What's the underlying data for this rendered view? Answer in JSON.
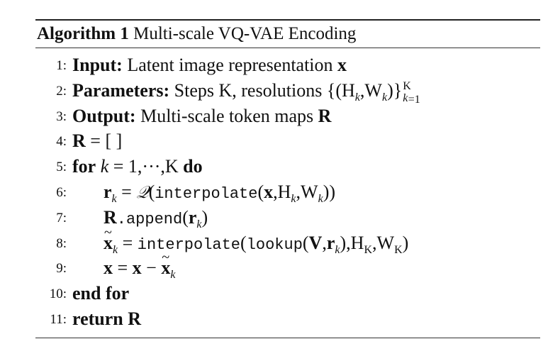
{
  "algorithm": {
    "label": "Algorithm 1",
    "title": "Multi-scale VQ-VAE Encoding",
    "lines": [
      {
        "num": "1:",
        "keyword": "Input:",
        "text": "Latent image representation",
        "var": "x"
      },
      {
        "num": "2:",
        "keyword": "Parameters:",
        "text": "Steps K, resolutions"
      },
      {
        "num": "3:",
        "keyword": "Output:",
        "text": "Multi-scale token maps",
        "var": "R"
      },
      {
        "num": "4:"
      },
      {
        "num": "5:",
        "keyword": "for",
        "keyword2": "do"
      },
      {
        "num": "6:",
        "func": "interpolate"
      },
      {
        "num": "7:",
        "func": "append"
      },
      {
        "num": "8:",
        "func": "interpolate",
        "func2": "lookup"
      },
      {
        "num": "9:"
      },
      {
        "num": "10:",
        "keyword": "end for"
      },
      {
        "num": "11:",
        "keyword": "return",
        "var": "R"
      }
    ]
  }
}
